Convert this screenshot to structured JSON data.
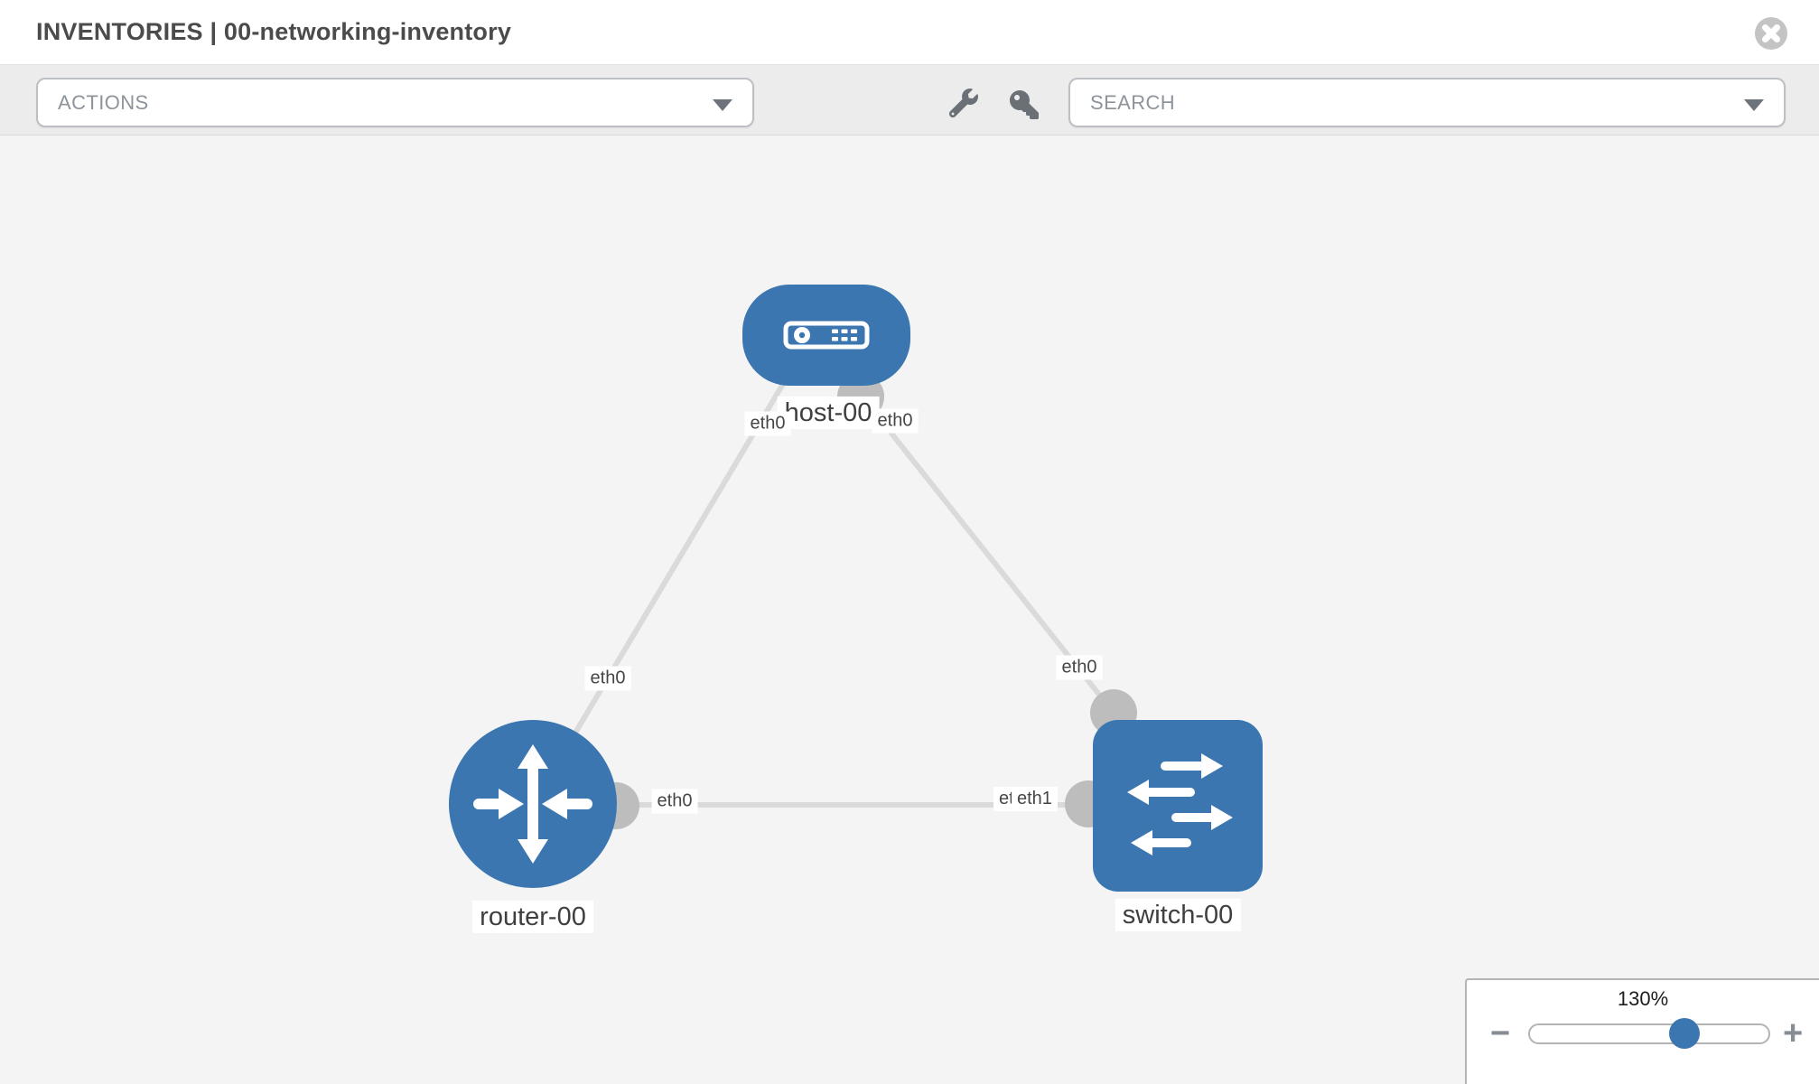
{
  "header": {
    "title": "INVENTORIES | 00-networking-inventory"
  },
  "toolbar": {
    "actions_label": "ACTIONS",
    "search_label": "SEARCH"
  },
  "topology": {
    "nodes": [
      {
        "name": "host-00",
        "type": "host"
      },
      {
        "name": "router-00",
        "type": "router"
      },
      {
        "name": "switch-00",
        "type": "switch"
      }
    ],
    "interfaces": {
      "host_left": "eth0",
      "host_right": "eth0",
      "link_host_router_mid": "eth0",
      "link_host_switch_mid": "eth0",
      "near_router": "eth0",
      "near_switch_back": "eth0",
      "near_switch_front": "eth1"
    }
  },
  "zoom_control": {
    "level": "130%",
    "minus": "−",
    "plus": "+"
  },
  "colors": {
    "node_blue": "#3b76b0",
    "link_gray": "#dadada",
    "connector_gray": "#bdbdbd",
    "toolbar_gray": "#ececec",
    "canvas_gray": "#f4f4f5"
  }
}
